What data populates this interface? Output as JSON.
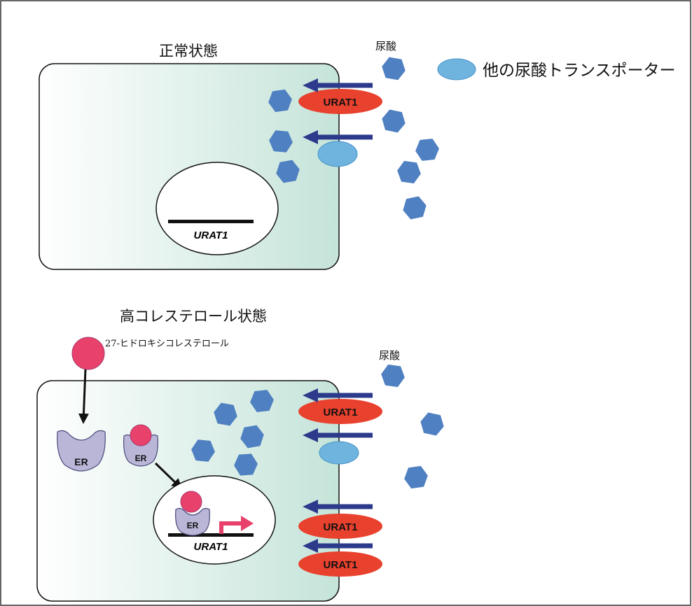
{
  "top_panel": {
    "title": "正常状態",
    "uric_acid_label": "尿酸",
    "legend_label": "他の尿酸トランスポーター",
    "transporter_label": "URAT1",
    "gene_label": "URAT1"
  },
  "bottom_panel": {
    "title": "高コレステロール状態",
    "ligand_label": "27-ヒドロキシコレステロール",
    "uric_acid_label": "尿酸",
    "receptor_label": "ER",
    "receptor_bound_label": "ER",
    "receptor_nuclear_label": "ER",
    "transporter_label_1": "URAT1",
    "transporter_label_2": "URAT1",
    "transporter_label_3": "URAT1",
    "gene_label": "URAT1"
  },
  "colors": {
    "cell_fill_left": "#ffffff",
    "cell_fill_right": "#c5e4d9",
    "uric_acid": "#4f80c2",
    "urat1": "#e8412e",
    "other_transporter": "#6fb3df",
    "arrow": "#2c3a8c",
    "ligand": "#e8416b",
    "receptor": "#b9b6d8",
    "activation_arrow": "#e8416b"
  }
}
